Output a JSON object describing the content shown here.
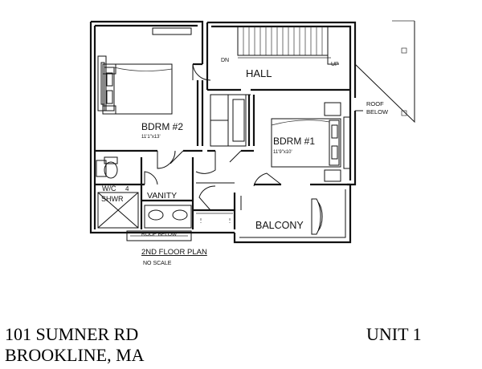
{
  "plan": {
    "rooms": {
      "hall": "HALL",
      "bedroom2": "BDRM #2",
      "bedroom2_size": "11'1\"x13'",
      "bedroom1": "BDRM #1",
      "bedroom1_size": "11'9\"x10'",
      "wc": "W/C",
      "shower": "SHWR",
      "vanity": "VANITY",
      "balcony": "BALCONY"
    },
    "stairs": {
      "down": "DN",
      "up": "UP"
    },
    "notes": {
      "roof_below_side_1": "ROOF",
      "roof_below_side_2": "BELOW",
      "roof_below_bottom": "ROOF BELOW",
      "wc_marker": "4"
    },
    "title": "2ND FLOOR PLAN",
    "scale": "NO SCALE"
  },
  "footer": {
    "address_line1": "101 SUMNER RD",
    "address_line2": "BROOKLINE, MA",
    "unit": "UNIT 1"
  }
}
